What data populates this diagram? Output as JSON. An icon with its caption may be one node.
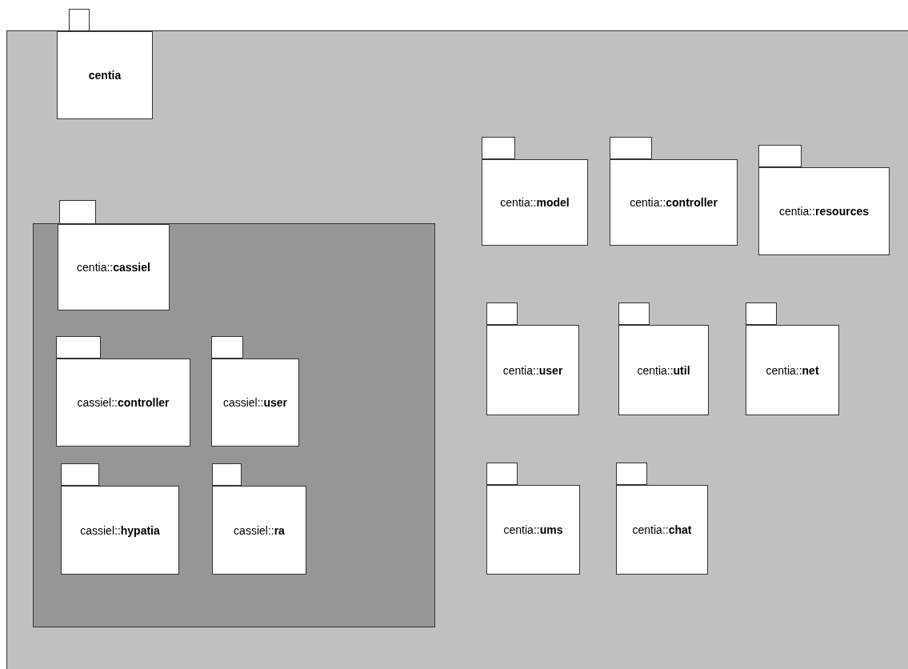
{
  "diagram": {
    "nodes": [
      {
        "text": [],
        "shape": "box"
      },
      {
        "text": [
          "centia"
        ],
        "in": 0
      },
      {
        "text": [],
        "shape": "box",
        "in": 0
      },
      {
        "text": [
          "centia::**cassiel**"
        ],
        "in": 2
      },
      {
        "text": [
          "cassiel::**controller**"
        ],
        "in": 2
      },
      {
        "text": [
          "cassiel::**user**"
        ],
        "in": 2
      },
      {
        "text": [
          "cassiel::**hypatia**"
        ],
        "in": 2
      },
      {
        "text": [
          "cassiel::**ra**"
        ],
        "in": 2
      },
      {
        "text": [
          "centia::**model**"
        ],
        "in": 0
      },
      {
        "text": [
          "centia::**controller**"
        ],
        "in": 0
      },
      {
        "text": [
          "centia::**resources**"
        ],
        "in": 0
      },
      {
        "text": [
          "centia::**user**"
        ],
        "in": 0
      },
      {
        "text": [
          "centia::**util**"
        ],
        "in": 0
      },
      {
        "text": [
          "centia::**net**"
        ],
        "in": 0
      },
      {
        "text": [
          "centia::**ums**"
        ],
        "in": 0
      },
      {
        "text": [
          "centia::**chat**"
        ],
        "in": 0
      }
    ]
  }
}
